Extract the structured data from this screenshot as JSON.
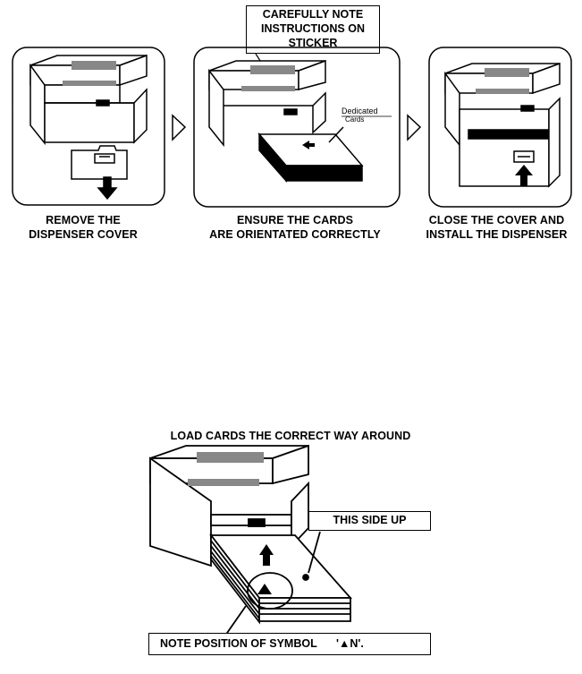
{
  "top_callout": {
    "lines": [
      "CAREFULLY NOTE",
      "INSTRUCTIONS ON",
      "STICKER"
    ]
  },
  "steps": [
    {
      "caption": [
        "REMOVE THE",
        "DISPENSER COVER"
      ]
    },
    {
      "caption": [
        "ENSURE THE CARDS",
        "ARE ORIENTATED CORRECTLY"
      ],
      "annotation": [
        "Dedicated",
        "Cards"
      ]
    },
    {
      "caption": [
        "CLOSE THE COVER AND",
        "INSTALL THE DISPENSER"
      ]
    }
  ],
  "bottom": {
    "title": "LOAD CARDS THE CORRECT WAY AROUND",
    "side_label": "THIS SIDE UP",
    "note_label": "NOTE POSITION OF SYMBOL",
    "symbol_text": "'▲N'."
  }
}
